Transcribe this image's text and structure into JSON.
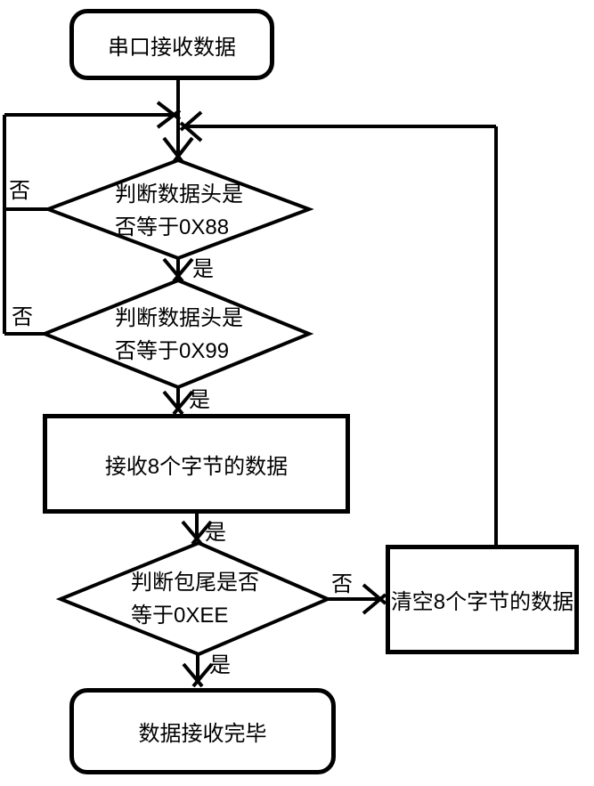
{
  "diagram": {
    "type": "flowchart",
    "colors": {
      "stroke": "#000000",
      "background": "#ffffff",
      "text": "#000000"
    },
    "nodes": {
      "start": {
        "shape": "rounded-rectangle",
        "label": "串口接收数据"
      },
      "check88": {
        "shape": "diamond",
        "line1": "判断数据头是",
        "line2": "否等于0X88"
      },
      "check99": {
        "shape": "diamond",
        "line1": "判断数据头是",
        "line2": "否等于0X99"
      },
      "receive": {
        "shape": "rectangle",
        "label": "接收8个字节的数据"
      },
      "checkEE": {
        "shape": "diamond",
        "line1": "判断包尾是否",
        "line2": "等于0XEE"
      },
      "clear": {
        "shape": "rectangle",
        "label": "清空8个字节的数据"
      },
      "end": {
        "shape": "rounded-rectangle",
        "label": "数据接收完毕"
      }
    },
    "edge_labels": {
      "no88": "否",
      "yes88": "是",
      "no99": "否",
      "yes99": "是",
      "yesReceive": "是",
      "noEE": "否",
      "yesEE": "是"
    }
  }
}
